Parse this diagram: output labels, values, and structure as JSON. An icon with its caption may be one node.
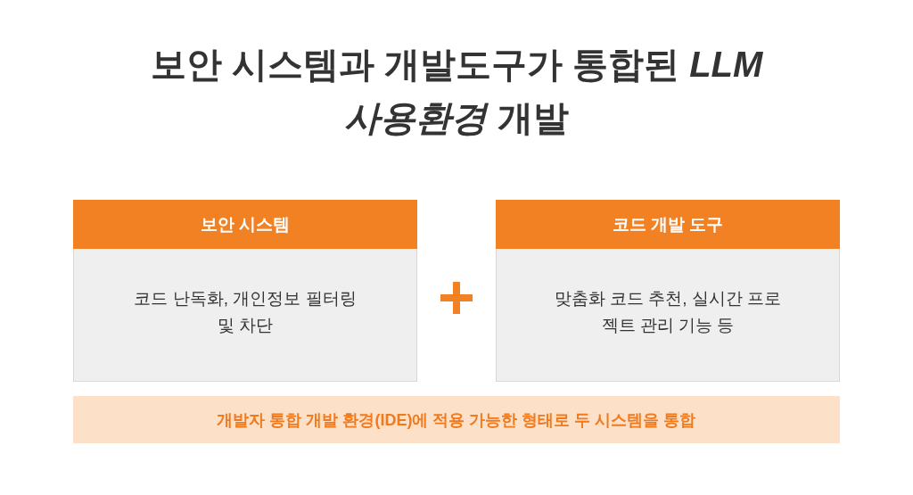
{
  "diagram": {
    "title": "보안 시스템과 개발도구가 통합된 *LLM 사용환경* 개발",
    "nodes": [
      {
        "text": [
          "보안 시스템",
          "코드 난독화, 개인정보 필터링 및 차단"
        ]
      },
      {
        "text": [
          "코드 개발 도구",
          "맞춤화 코드 추천, 실시간 프로젝트 관리 기능 등"
        ]
      },
      {
        "text": [
          "개발자 통합 개발 환경(IDE)에 적용 가능한 형태로 두 시스템을 통합"
        ]
      }
    ]
  }
}
